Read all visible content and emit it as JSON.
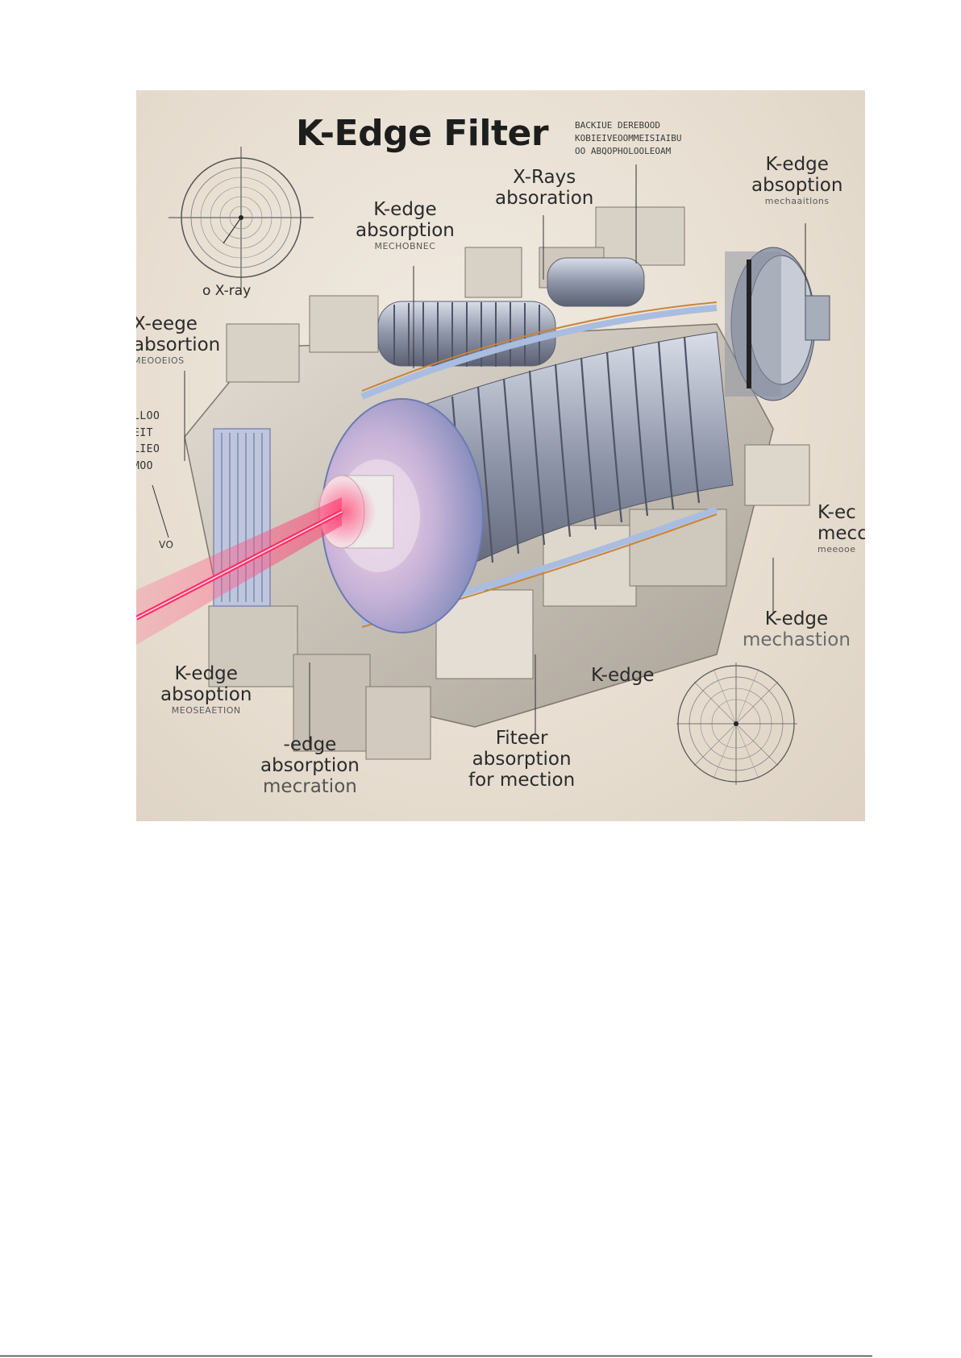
{
  "figure": {
    "title": "K-Edge Filter",
    "fineprint": [
      "BACKIUE DEREBOOD",
      "KOBIEIVEOOMMEISIAIBU",
      "OO ABQOPHOLOOLEOAM"
    ],
    "labels": {
      "xray_left": "o X-ray",
      "xrays_top": {
        "line1": "X-Rays",
        "line2": "absoration"
      },
      "kedge_top_left": {
        "line1": "K-edge",
        "line2": "absorption",
        "line3": "MECHOBNEC"
      },
      "kedge_top_right": {
        "line1": "K-edge",
        "line2": "absoption",
        "line3": "mechaaitlons"
      },
      "xedge_left": {
        "line1": "X-eege",
        "line2": "absortion",
        "line3": "MEOOEIOS"
      },
      "left_small": [
        "LLOO",
        "EIT",
        "LIEO",
        "MOO"
      ],
      "left_small2": "VO",
      "kedge_right_cut": {
        "line1": "K-ec",
        "line2": "mecc",
        "line3": "meeooe"
      },
      "kedge_mech_right": {
        "line1": "K-edge",
        "line2": "mechastion"
      },
      "kedge_bottom_left": {
        "line1": "K-edge",
        "line2": "absoption",
        "line3": "MEOSEAETION"
      },
      "edge_bottom_mid": {
        "line1": "-edge",
        "line2": "absorption",
        "line3": "mecration"
      },
      "kedge_center": "K-edge",
      "filter_bottom": {
        "line1": "Fiteer",
        "line2": "absorption",
        "line3": "for mection"
      }
    },
    "colors": {
      "background": "#e9e1d5",
      "beam": "#ff4f7b",
      "steel": "#8f97a8",
      "housing": "#cfc7bc",
      "accent_blue": "#a9bde0",
      "copper": "#c9843b"
    }
  }
}
